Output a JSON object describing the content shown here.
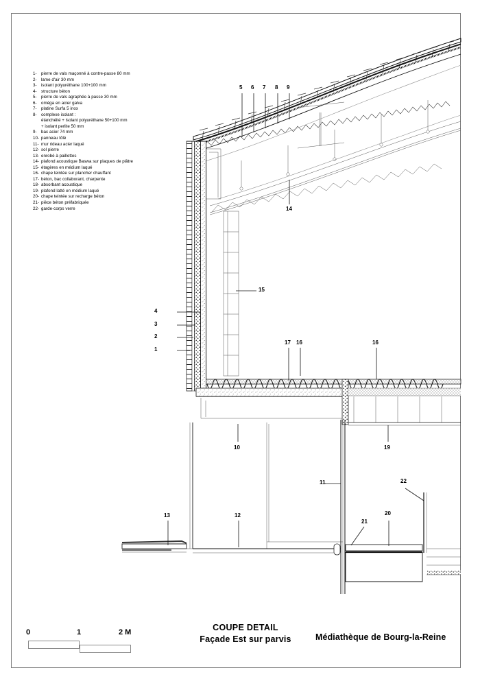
{
  "drawing": {
    "title_main": "COUPE DETAIL",
    "title_sub": "Façade Est sur parvis",
    "project": "Médiathèque de Bourg-la-Reine",
    "scale": {
      "label_0": "0",
      "label_1": "1",
      "label_2": "2 M"
    }
  },
  "legend": {
    "items": [
      {
        "num": "1-",
        "text": "pierre de vals maçonné à contre-passe 80 mm"
      },
      {
        "num": "2-",
        "text": "lame d'air 30 mm"
      },
      {
        "num": "3-",
        "text": "isolant polyuréthane 100+100 mm"
      },
      {
        "num": "4-",
        "text": "structure béton"
      },
      {
        "num": "5-",
        "text": "pierre de vals agraphée à passe 30 mm"
      },
      {
        "num": "6-",
        "text": "oméga en acier galva"
      },
      {
        "num": "7-",
        "text": "platine Surfa 5 inox"
      },
      {
        "num": "8-",
        "text": "complexe isolant :"
      },
      {
        "num": "9-",
        "text": "bac acier 74 mm"
      },
      {
        "num": "10-",
        "text": "panneau tôlé"
      },
      {
        "num": "11-",
        "text": "mur rideau acier laqué"
      },
      {
        "num": "12-",
        "text": "sol pierre"
      },
      {
        "num": "13-",
        "text": "enrobé à paillettes"
      },
      {
        "num": "14-",
        "text": "plafond acoustique Baswa sur plaques de plâtre"
      },
      {
        "num": "15-",
        "text": "étagères en médium laqué"
      },
      {
        "num": "16-",
        "text": "chape teintée sur plancher chauffant"
      },
      {
        "num": "17-",
        "text": "béton, bac collaborant, charpente"
      },
      {
        "num": "18-",
        "text": "absorbant acoustique"
      },
      {
        "num": "19-",
        "text": "plafond latté en médium laqué"
      },
      {
        "num": "20-",
        "text": "chape teintée sur recharge béton"
      },
      {
        "num": "21-",
        "text": "pièce béton préfabriquée"
      },
      {
        "num": "22-",
        "text": "garde-corps verre"
      }
    ],
    "item8_sub1": "étanchéité + isolant polyuréthane 50+100 mm",
    "item8_sub2": "+ isolant perlite 50 mm"
  },
  "callouts": [
    {
      "id": "c5",
      "label": "5"
    },
    {
      "id": "c6",
      "label": "6"
    },
    {
      "id": "c7",
      "label": "7"
    },
    {
      "id": "c8",
      "label": "8"
    },
    {
      "id": "c9",
      "label": "9"
    },
    {
      "id": "c14",
      "label": "14"
    },
    {
      "id": "c4",
      "label": "4"
    },
    {
      "id": "c3",
      "label": "3"
    },
    {
      "id": "c2",
      "label": "2"
    },
    {
      "id": "c1",
      "label": "1"
    },
    {
      "id": "c15",
      "label": "15"
    },
    {
      "id": "c17",
      "label": "17"
    },
    {
      "id": "c16a",
      "label": "16"
    },
    {
      "id": "c16b",
      "label": "16"
    },
    {
      "id": "c10",
      "label": "10"
    },
    {
      "id": "c19",
      "label": "19"
    },
    {
      "id": "c11",
      "label": "11"
    },
    {
      "id": "c22",
      "label": "22"
    },
    {
      "id": "c13",
      "label": "13"
    },
    {
      "id": "c12",
      "label": "12"
    },
    {
      "id": "c21",
      "label": "21"
    },
    {
      "id": "c20",
      "label": "20"
    }
  ],
  "colors": {
    "line": "#111111",
    "thin_line": "#555555",
    "gray_line": "#8c8c8c",
    "frame": "#7a7a7a",
    "background": "#ffffff"
  }
}
